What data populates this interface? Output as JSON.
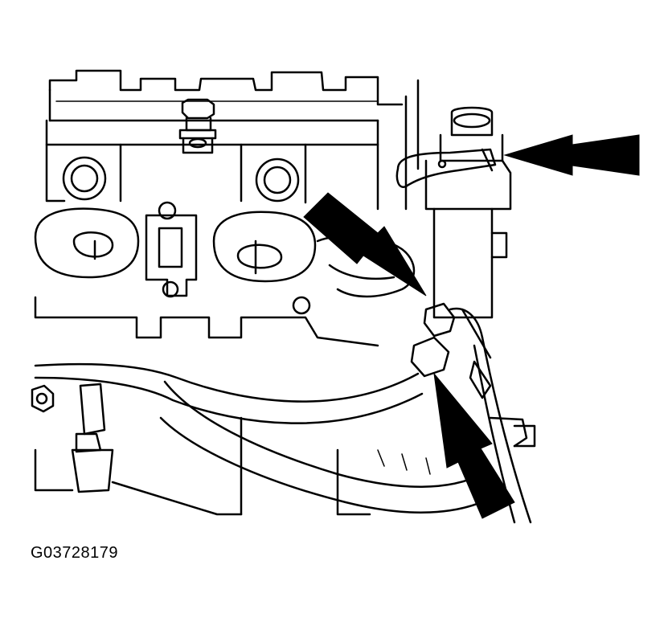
{
  "figure": {
    "caption": "G03728179",
    "colors": {
      "ink": "#000000",
      "paper": "#ffffff"
    },
    "arrows": [
      "arrow-right-top",
      "arrow-center-diagonal",
      "arrow-bottom-right"
    ]
  }
}
